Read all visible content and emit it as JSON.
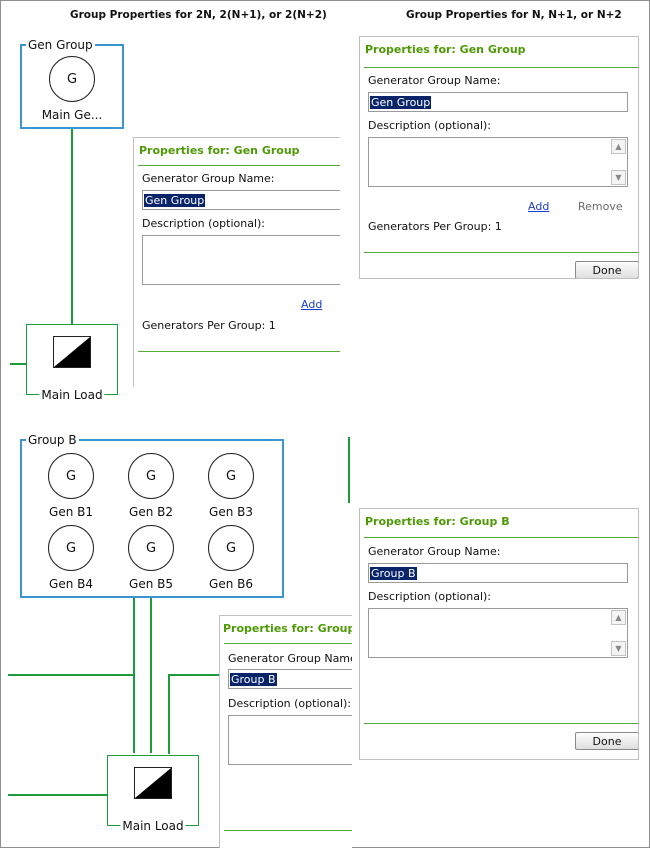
{
  "headers": {
    "left": "Group Properties  for  2N, 2(N+1), or 2(N+2)",
    "right": "Group Properties  for  N, N+1, or N+2"
  },
  "diagram_top": {
    "group_label": "Gen Group",
    "generator": {
      "symbol": "G",
      "name": "Main Ge..."
    },
    "load_label": "Main Load"
  },
  "diagram_bottom": {
    "group_label": "Group B",
    "generators": [
      {
        "symbol": "G",
        "name": "Gen B1"
      },
      {
        "symbol": "G",
        "name": "Gen B2"
      },
      {
        "symbol": "G",
        "name": "Gen B3"
      },
      {
        "symbol": "G",
        "name": "Gen B4"
      },
      {
        "symbol": "G",
        "name": "Gen B5"
      },
      {
        "symbol": "G",
        "name": "Gen B6"
      }
    ],
    "load_label": "Main Load"
  },
  "panel_gen_group_left": {
    "title": "Properties for: Gen Group",
    "name_label": "Generator Group Name:",
    "name_value": "Gen Group",
    "description_label": "Description (optional):",
    "add_label": "Add",
    "per_group": "Generators Per Group: 1"
  },
  "panel_gen_group_right": {
    "title": "Properties for: Gen Group",
    "name_label": "Generator Group Name:",
    "name_value": "Gen Group",
    "description_label": "Description (optional):",
    "add_label": "Add",
    "remove_label": "Remove",
    "per_group": "Generators Per Group: 1",
    "done_label": "Done"
  },
  "panel_group_b_right": {
    "title": "Properties for: Group B",
    "name_label": "Generator Group Name:",
    "name_value": "Group B",
    "description_label": "Description (optional):",
    "done_label": "Done"
  },
  "panel_group_b_left": {
    "title": "Properties for: Group B",
    "name_label": "Generator Group Name:",
    "name_value": "Group B",
    "description_label": "Description (optional):"
  },
  "colors": {
    "group_border": "#3a95d0",
    "connector_line": "#1f9a3a",
    "panel_title": "#4e9a06",
    "selection_bg": "#0a246a",
    "link": "#1a3fd0"
  }
}
